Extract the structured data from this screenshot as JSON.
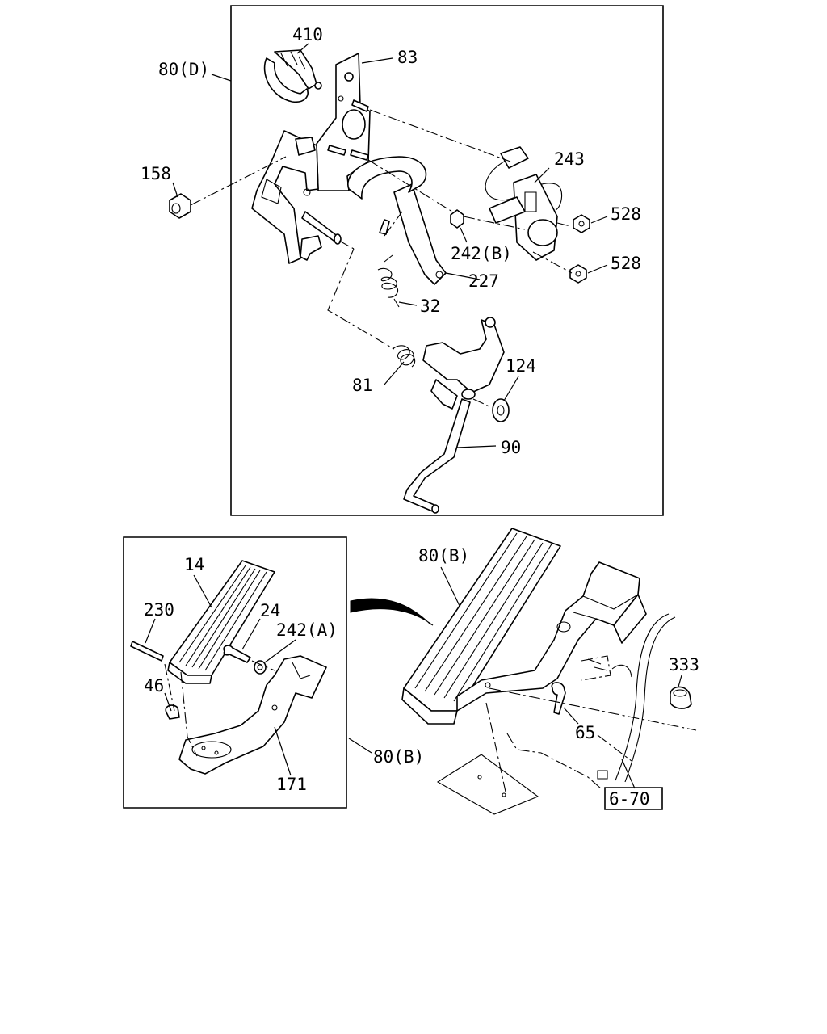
{
  "callouts": {
    "c410": "410",
    "c83": "83",
    "c80d": "80(D)",
    "c158": "158",
    "c243": "243",
    "c528a": "528",
    "c528b": "528",
    "c242b": "242(B)",
    "c227": "227",
    "c32": "32",
    "c124": "124",
    "c81": "81",
    "c90": "90",
    "c14": "14",
    "c230": "230",
    "c24": "24",
    "c242a": "242(A)",
    "c46": "46",
    "c171": "171",
    "c80b_inset": "80(B)",
    "c80b_main": "80(B)",
    "c333": "333",
    "c65": "65",
    "ref670": "6-70"
  }
}
